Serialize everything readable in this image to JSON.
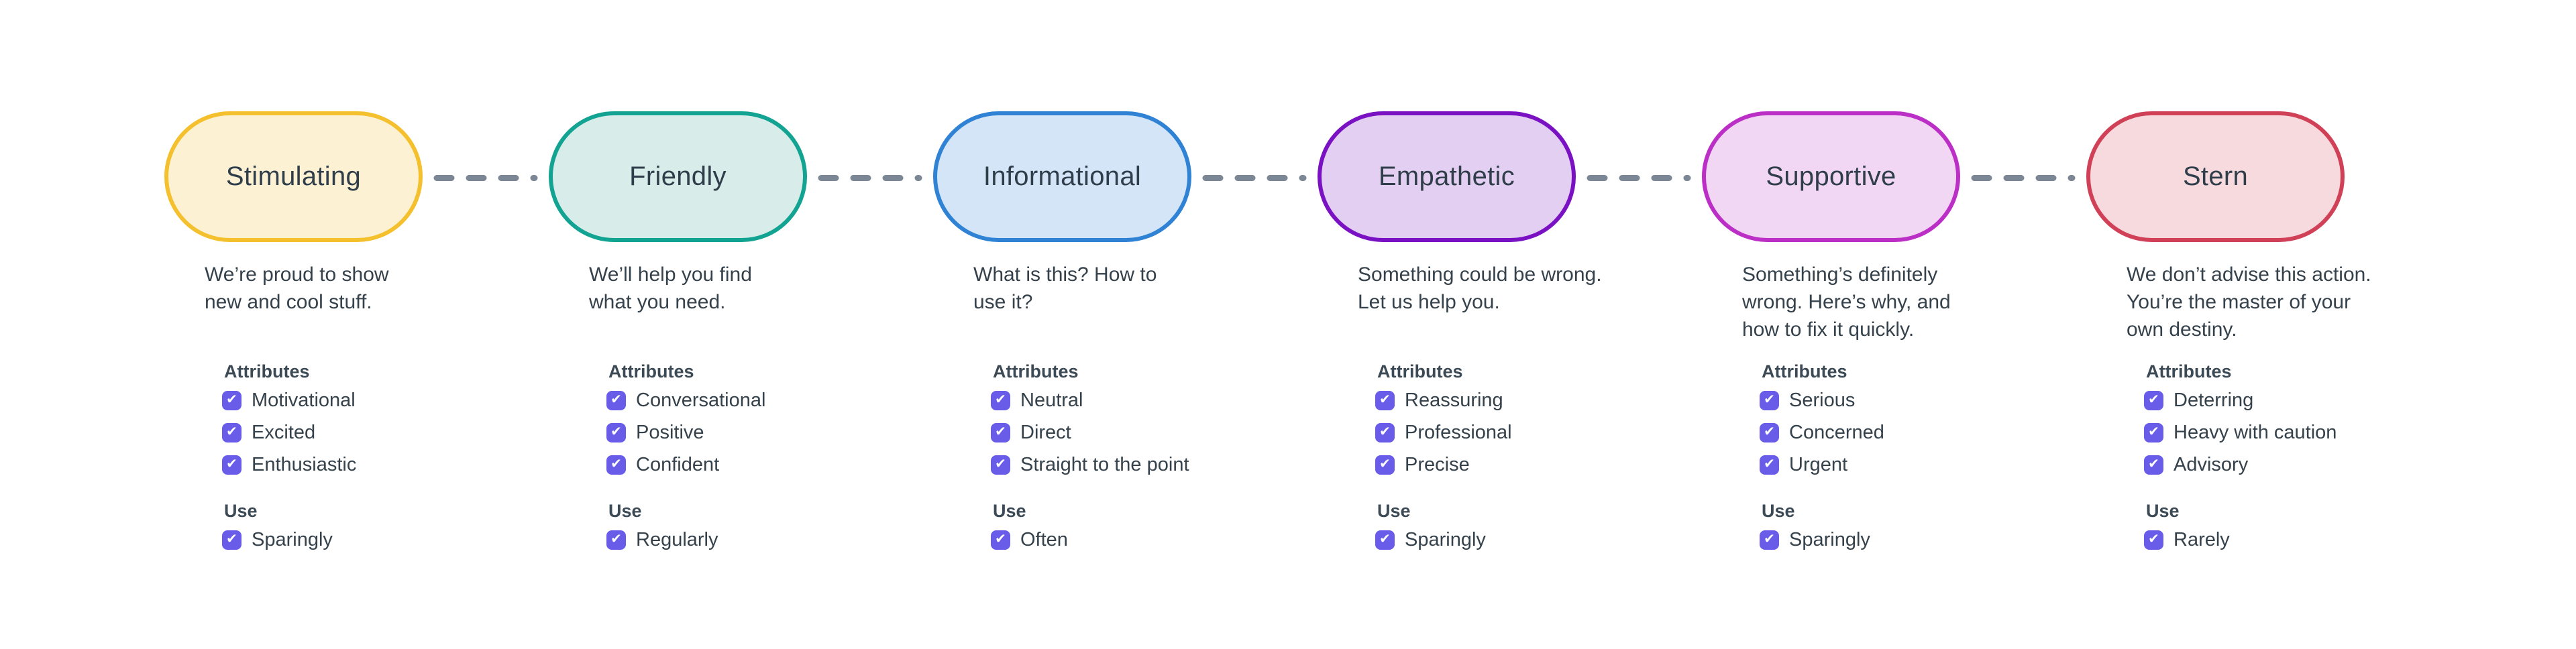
{
  "page": {
    "background": "#ffffff"
  },
  "connector": {
    "color": "#7b8794",
    "style": "dashed"
  },
  "sections": {
    "attributes_label": "Attributes",
    "use_label": "Use"
  },
  "checkbox": {
    "checked": true,
    "color": "#685ce8",
    "checkmark": "✔"
  },
  "tones": [
    {
      "label": "Stimulating",
      "description": "We’re proud to show\nnew and cool stuff.",
      "border_color": "#f4c02d",
      "fill_color": "#fcf1d3",
      "attributes": [
        "Motivational",
        "Excited",
        "Enthusiastic"
      ],
      "use": "Sparingly"
    },
    {
      "label": "Friendly",
      "description": "We’ll help you find\nwhat you need.",
      "border_color": "#12a392",
      "fill_color": "#d8ede9",
      "attributes": [
        "Conversational",
        "Positive",
        "Confident"
      ],
      "use": "Regularly"
    },
    {
      "label": "Informational",
      "description": "What is this? How to\nuse it?",
      "border_color": "#2f82d4",
      "fill_color": "#d3e5f6",
      "attributes": [
        "Neutral",
        "Direct",
        "Straight to the point"
      ],
      "use": "Often"
    },
    {
      "label": "Empathetic",
      "description": "Something could be wrong.\nLet us help you.",
      "border_color": "#7a12c4",
      "fill_color": "#e3cff1",
      "attributes": [
        "Reassuring",
        "Professional",
        "Precise"
      ],
      "use": "Sparingly"
    },
    {
      "label": "Supportive",
      "description": "Something’s definitely\nwrong. Here’s why, and\nhow to fix it quickly.",
      "border_color": "#bb2fc6",
      "fill_color": "#f1d7f3",
      "attributes": [
        "Serious",
        "Concerned",
        "Urgent"
      ],
      "use": "Sparingly"
    },
    {
      "label": "Stern",
      "description": "We don’t advise this action.\nYou’re the master of your\nown destiny.",
      "border_color": "#d04158",
      "fill_color": "#f7dade",
      "attributes": [
        "Deterring",
        "Heavy with caution",
        "Advisory"
      ],
      "use": "Rarely"
    }
  ]
}
